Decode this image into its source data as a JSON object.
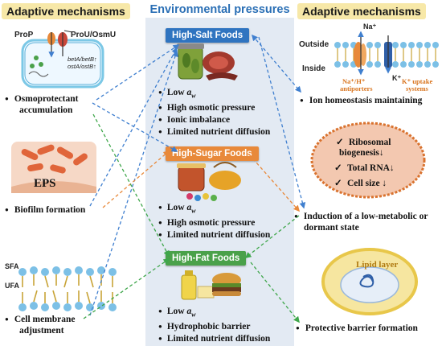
{
  "headers": {
    "left": "Adaptive mechanisms",
    "center": "Environmental pressures",
    "right": "Adaptive mechanisms"
  },
  "foods": [
    {
      "label": "High-Salt Foods",
      "color": "#2f74c0",
      "pressures": [
        "Low a_w",
        "High osmotic pressure",
        "Ionic imbalance",
        "Limited nutrient diffusion"
      ]
    },
    {
      "label": "High-Sugar Foods",
      "color": "#e8893a",
      "pressures": [
        "Low a_w",
        "High osmotic pressure",
        "Limited nutrient diffusion"
      ]
    },
    {
      "label": "High-Fat Foods",
      "color": "#4aa14a",
      "pressures": [
        "Low a_w",
        "Hydrophobic barrier",
        "Limited nutrient diffusion"
      ]
    }
  ],
  "left_mechanisms": {
    "osmo": {
      "line1": "Osmoprotectant",
      "line2": "accumulation",
      "pro_p": "ProP",
      "pro_u": "ProU/OsmU",
      "gene1": "betA/betB↑",
      "gene2": "ostA/ostB↑"
    },
    "biofilm": {
      "label": "Biofilm formation",
      "eps": "EPS"
    },
    "membrane": {
      "line1": "Cell membrane",
      "line2": "adjustment",
      "sfa": "SFA",
      "ufa": "UFA"
    }
  },
  "right_mechanisms": {
    "ion": {
      "label": "Ion homeostasis maintaining",
      "outside": "Outside",
      "inside": "Inside",
      "na": "Na⁺",
      "k": "K⁺",
      "antiporter1": "Na⁺/H⁺",
      "antiporter2": "antiporters",
      "uptake1": "K⁺ uptake",
      "uptake2": "systems"
    },
    "dormant": {
      "line1": "Induction of a low-metabolic or",
      "line2": "dormant state",
      "items": [
        "Ribosomal",
        "biogenesis↓",
        "Total RNA↓",
        "Cell size ↓"
      ]
    },
    "barrier": {
      "label": "Protective barrier formation",
      "lipid": "Lipid layer"
    }
  },
  "colors": {
    "blue_arrow": "#3f7fcf",
    "orange_arrow": "#e8893a",
    "green_arrow": "#3ea64a",
    "header_bg": "#f7e8a8",
    "center_bg": "#e3eaf3",
    "title_blue": "#2a6fb5"
  }
}
